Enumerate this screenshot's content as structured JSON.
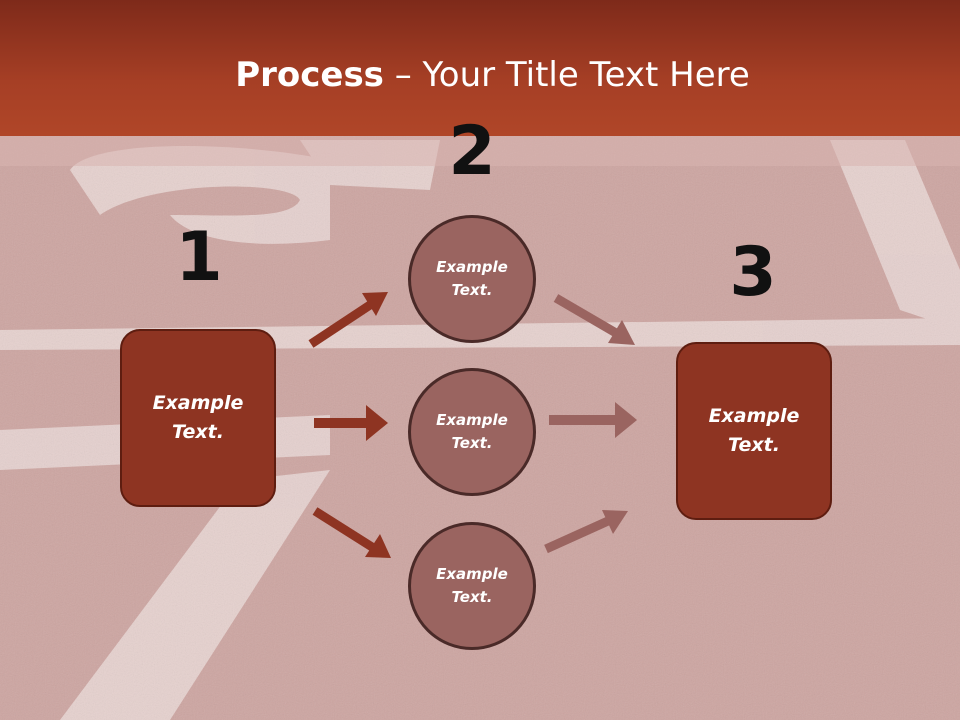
{
  "slide": {
    "title_bold": "Process",
    "title_rest": " – Your Title Text Here"
  },
  "steps": [
    {
      "number": "1",
      "box_text": [
        "Example",
        "Text."
      ]
    },
    {
      "number": "2",
      "circles": [
        [
          "Example",
          "Text."
        ],
        [
          "Example",
          "Text."
        ],
        [
          "Example",
          "Text."
        ]
      ]
    },
    {
      "number": "3",
      "box_text": [
        "Example",
        "Text."
      ]
    }
  ],
  "colors": {
    "header": "#a63f25",
    "box_fill": "#8e3422",
    "circle_fill": "#9a6460",
    "arrow_left": "#8e3422",
    "arrow_right": "#9a6460",
    "background": "#cfa7a3"
  }
}
